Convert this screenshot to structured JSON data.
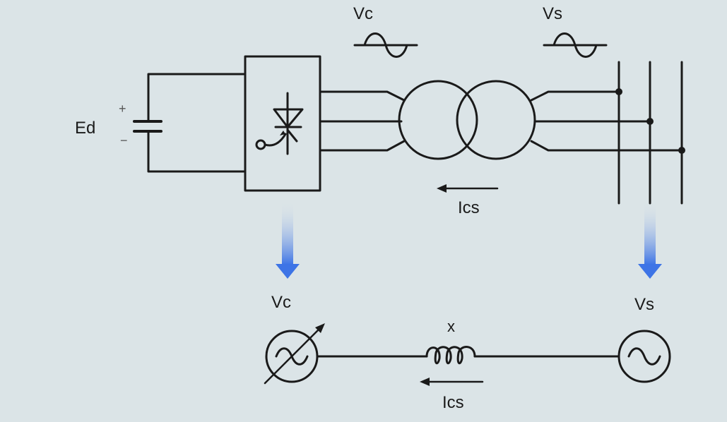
{
  "diagram": {
    "labels": {
      "ed": "Ed",
      "vc_top": "Vc",
      "vs_top": "Vs",
      "ics_top": "Ics",
      "vc_bottom": "Vc",
      "vs_bottom": "Vs",
      "x": "x",
      "ics_bottom": "Ics"
    },
    "signs": {
      "plus": "+",
      "minus": "−"
    },
    "colors": {
      "background": "#dbe4e7",
      "line": "#1a1a1a",
      "arrow": "#4a7fe0"
    }
  }
}
